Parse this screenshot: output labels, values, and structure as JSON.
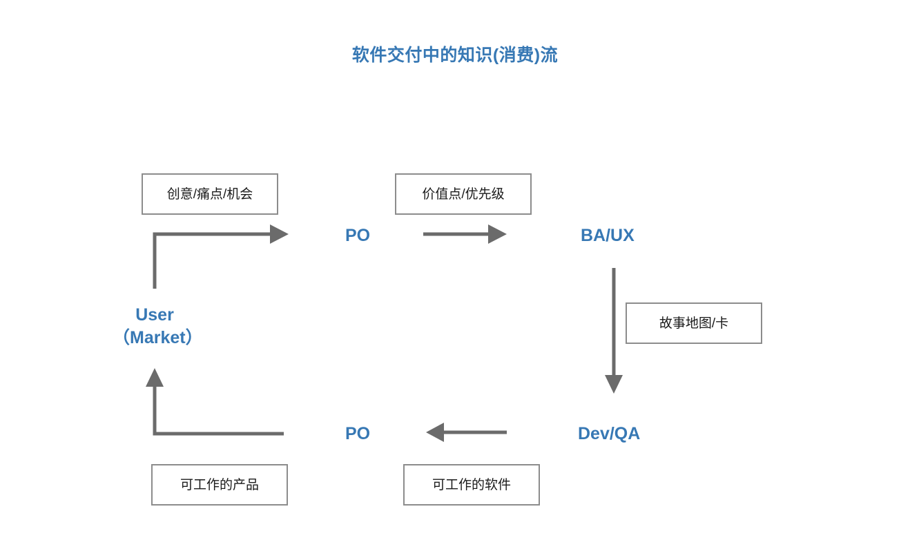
{
  "title": "软件交付中的知识(消费)流",
  "colors": {
    "title_blue": "#3778b4",
    "role_blue": "#3778b4",
    "arrow_gray": "#6b6b6b",
    "box_border_gray": "#8c8c8c",
    "background": "#ffffff",
    "box_text": "#1a1a1a"
  },
  "boxes": [
    {
      "id": "idea",
      "label": "创意/痛点/机会"
    },
    {
      "id": "value",
      "label": "价值点/优先级"
    },
    {
      "id": "story",
      "label": "故事地图/卡"
    },
    {
      "id": "product",
      "label": "可工作的产品"
    },
    {
      "id": "software",
      "label": "可工作的软件"
    }
  ],
  "roles": {
    "po_top": "PO",
    "ba_ux": "BA/UX",
    "dev_qa": "Dev/QA",
    "po_bottom": "PO",
    "user_line1": "User",
    "user_line2": "（Market）"
  },
  "flow": {
    "steps": [
      {
        "from": "User（Market）",
        "to": "PO",
        "artifact": "创意/痛点/机会"
      },
      {
        "from": "PO",
        "to": "BA/UX",
        "artifact": "价值点/优先级"
      },
      {
        "from": "BA/UX",
        "to": "Dev/QA",
        "artifact": "故事地图/卡"
      },
      {
        "from": "Dev/QA",
        "to": "PO",
        "artifact": "可工作的软件"
      },
      {
        "from": "PO",
        "to": "User（Market）",
        "artifact": "可工作的产品"
      }
    ]
  }
}
